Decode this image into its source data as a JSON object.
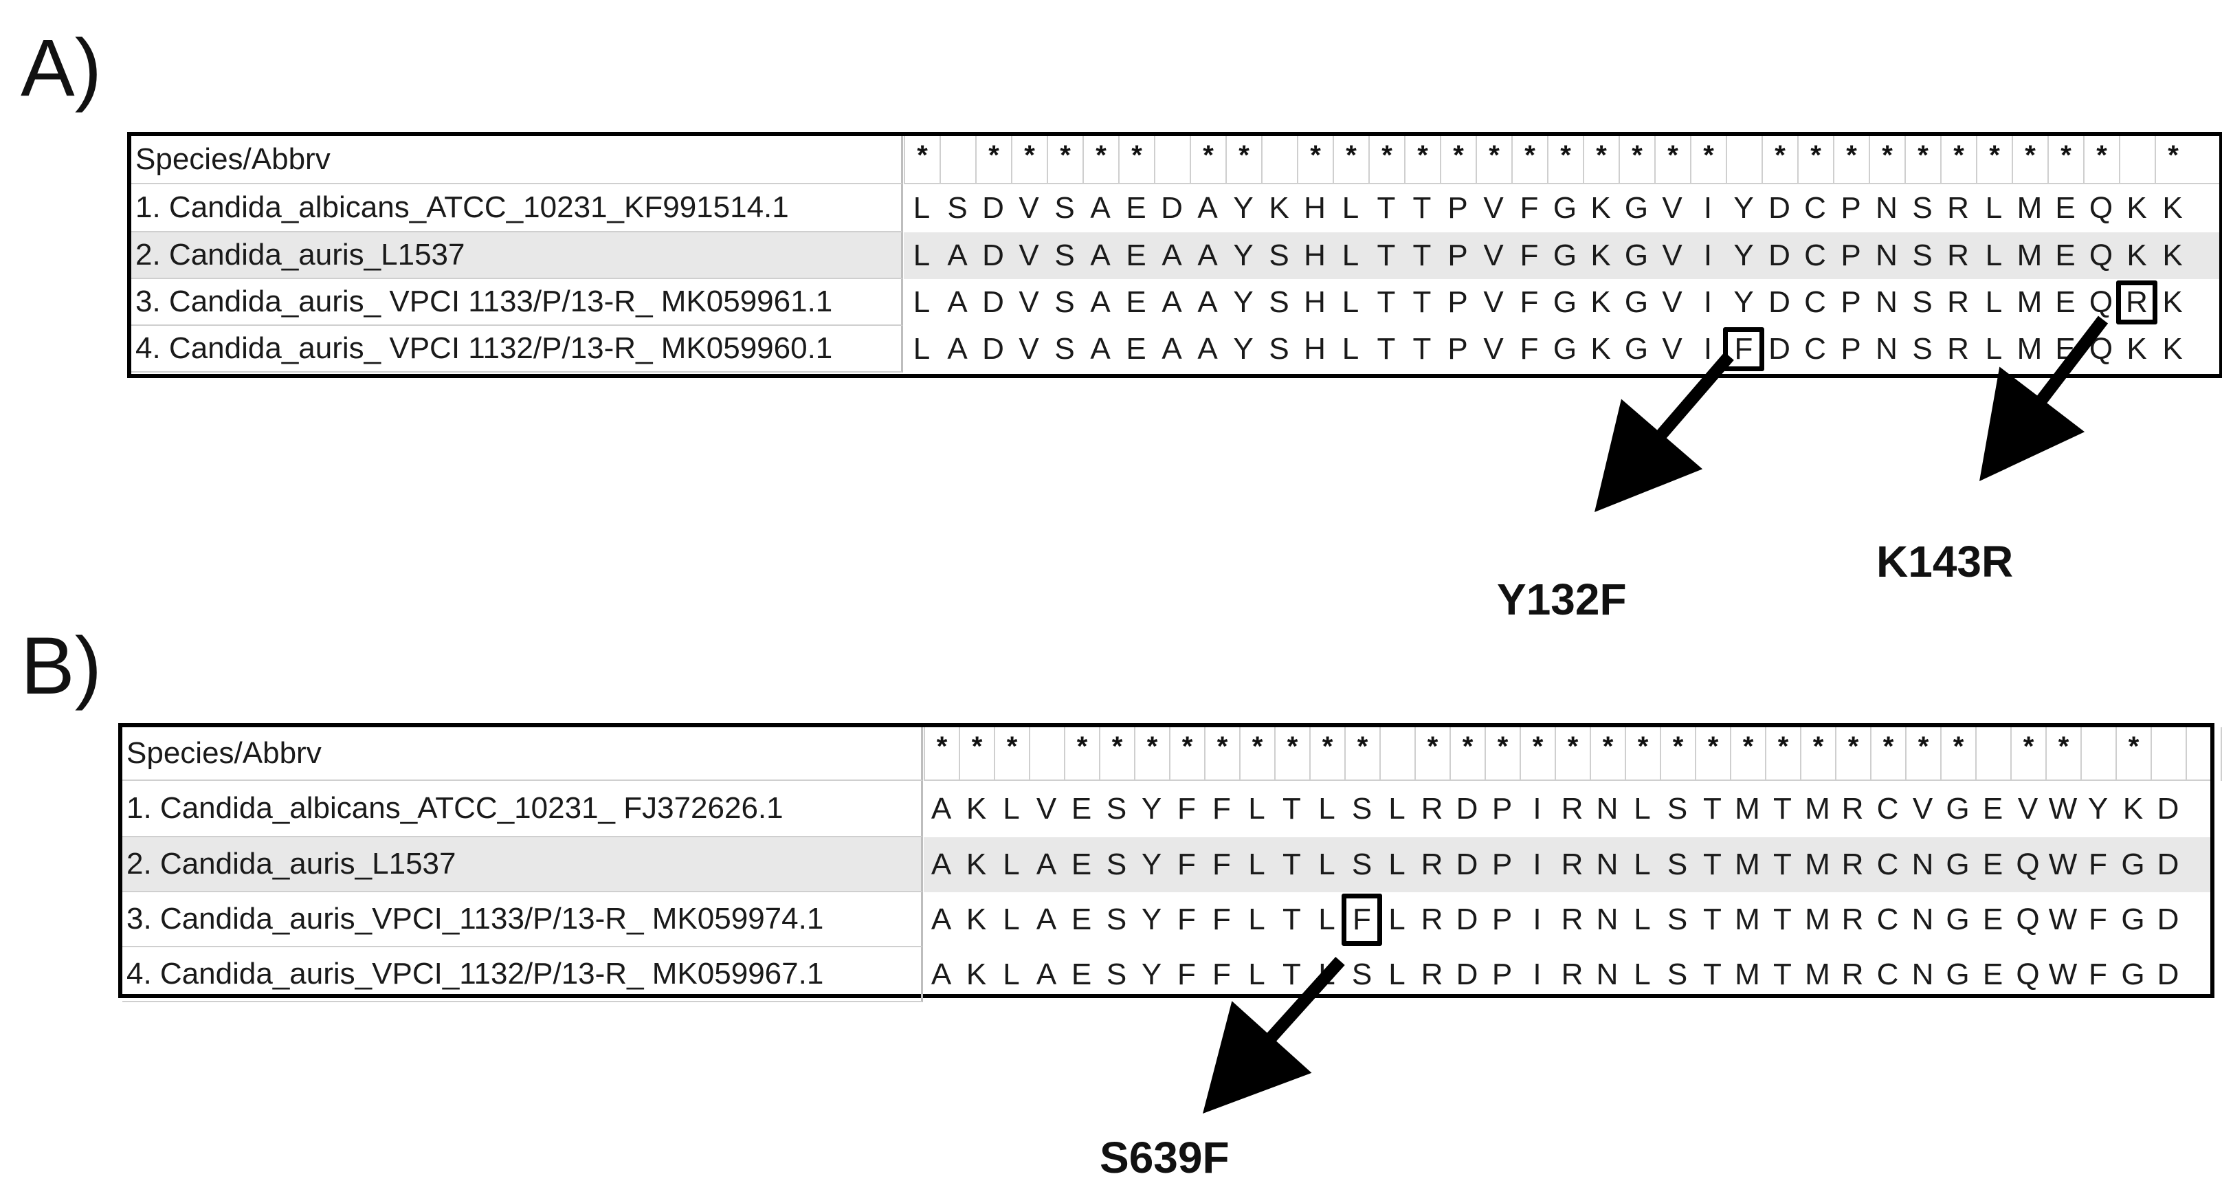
{
  "panels": [
    {
      "label": "A)",
      "header": "Species/Abbrv",
      "consensus": [
        "*",
        "",
        "*",
        "*",
        "*",
        "*",
        "*",
        "",
        "*",
        "*",
        "",
        "*",
        "*",
        "*",
        "*",
        "*",
        "*",
        "*",
        "*",
        "*",
        "*",
        "*",
        "*",
        "",
        "*",
        "*",
        "*",
        "*",
        "*",
        "*",
        "*",
        "*",
        "*",
        "*",
        "",
        "*"
      ],
      "rows": [
        {
          "name": "1. Candida_albicans_ATCC_10231_KF991514.1",
          "seq": "LSDVSAEDAYKHLTTPVFGKGVIYDCPNSRLMEQKK"
        },
        {
          "name": "2. Candida_auris_L1537",
          "seq": "LADVSAEAAYSHLTTPVFGKGVIYDCPNSRLMEQKK"
        },
        {
          "name": "3. Candida_auris_ VPCI 1133/P/13-R_ MK059961.1",
          "seq": "LADVSAEAAYSHLTTPVFGKGVIYDCPNSRLMEQRK"
        },
        {
          "name": "4. Candida_auris_ VPCI 1132/P/13-R_ MK059960.1",
          "seq": "LADVSAEAAYSHLTTPVFGKGVIFDCPNSRLMEQKK"
        }
      ],
      "mutations": [
        {
          "label": "Y132F",
          "row": 3,
          "col": 23
        },
        {
          "label": "K143R",
          "row": 2,
          "col": 34
        }
      ]
    },
    {
      "label": "B)",
      "header": "Species/Abbrv",
      "consensus": [
        "*",
        "*",
        "*",
        "",
        "*",
        "*",
        "*",
        "*",
        "*",
        "*",
        "*",
        "*",
        "*",
        "",
        "*",
        "*",
        "*",
        "*",
        "*",
        "*",
        "*",
        "*",
        "*",
        "*",
        "*",
        "*",
        "*",
        "*",
        "*",
        "*",
        "",
        "*",
        "*",
        "",
        "*",
        "",
        "",
        "*"
      ],
      "rows": [
        {
          "name": "1. Candida_albicans_ATCC_10231_ FJ372626.1",
          "seq": "AKLVESYFFLTLSLRDPIRNLSTMTMRCVGEVWYKD"
        },
        {
          "name": "2. Candida_auris_L1537",
          "seq": "AKLAESYFFLTLSLRDPIRNLSTMTMRCNGEQWFGD"
        },
        {
          "name": "3. Candida_auris_VPCI_1133/P/13-R_ MK059974.1",
          "seq": "AKLAESYFFLTLFLRDPIRNLSTMTMRCNGEQWFGD"
        },
        {
          "name": "4. Candida_auris_VPCI_1132/P/13-R_ MK059967.1",
          "seq": "AKLAESYFFLTLSLRDPIRNLSTMTMRCNGEQWFGD"
        }
      ],
      "mutations": [
        {
          "label": "S639F",
          "row": 2,
          "col": 12
        }
      ]
    }
  ]
}
